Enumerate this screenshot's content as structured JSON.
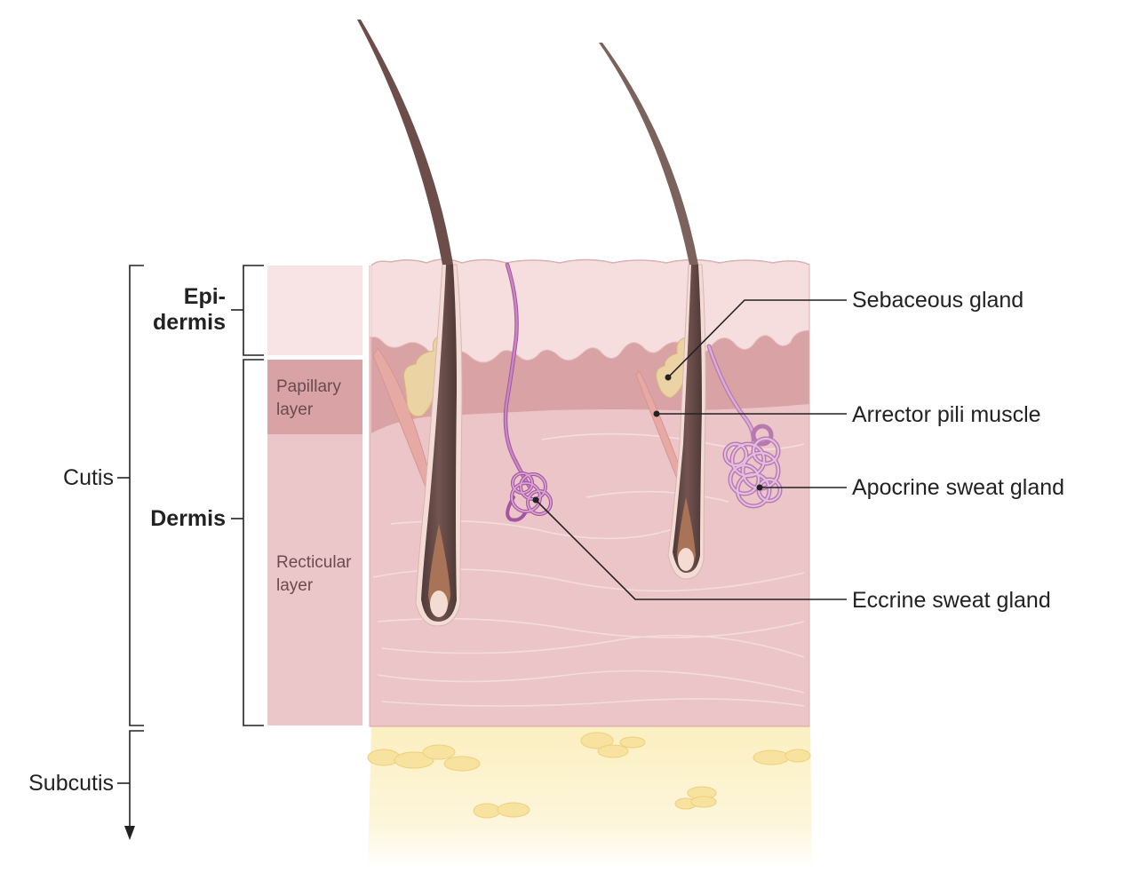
{
  "labels": {
    "cutis": "Cutis",
    "subcutis": "Subcutis",
    "epidermis_line1": "Epi-",
    "epidermis_line2": "dermis",
    "dermis": "Dermis",
    "papillary_line1": "Papillary",
    "papillary_line2": "layer",
    "reticular_line1": "Recticular",
    "reticular_line2": "layer"
  },
  "callouts": {
    "sebaceous": "Sebaceous gland",
    "arrector": "Arrector pili muscle",
    "apocrine": "Apocrine sweat gland",
    "eccrine": "Eccrine sweat gland"
  },
  "colors": {
    "epidermis": "#f6dcdc",
    "papillary": "#d9a3a5",
    "dermis": "#ebc4c6",
    "subcutis": "#fbf1c6",
    "fat": "#f7e4a0",
    "hair": "#6b4d49",
    "gland": "#c98bc4",
    "sebaceous": "#eed6a6"
  }
}
